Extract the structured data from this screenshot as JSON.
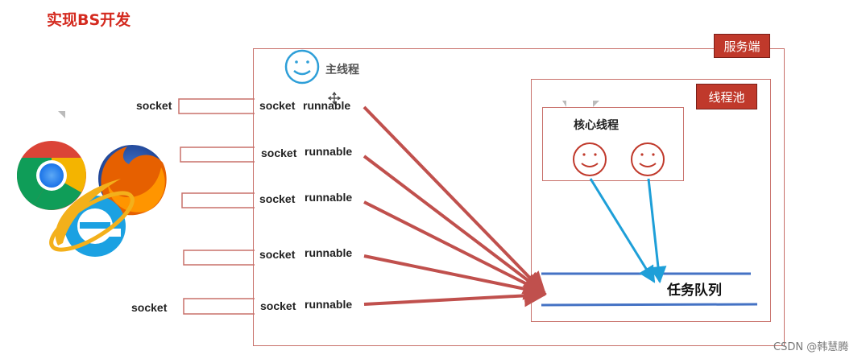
{
  "title": "实现BS开发",
  "server_label": "服务端",
  "main_thread_label": "主线程",
  "pool_label": "线程池",
  "core_thread_label": "核心线程",
  "task_queue_label": "任务队列",
  "rows": [
    {
      "client_socket": "socket",
      "server_socket": "socket",
      "runnable": "runnable"
    },
    {
      "client_socket": "",
      "server_socket": "socket",
      "runnable": "runnable"
    },
    {
      "client_socket": "",
      "server_socket": "socket",
      "runnable": "runnable"
    },
    {
      "client_socket": "",
      "server_socket": "socket",
      "runnable": "runnable"
    },
    {
      "client_socket": "socket",
      "server_socket": "socket",
      "runnable": "runnable"
    }
  ],
  "browser_icons": [
    "chrome-icon",
    "firefox-icon",
    "ie-icon"
  ],
  "watermark": "CSDN @韩慧腾",
  "colors": {
    "title": "#d42a1f",
    "label_bg": "#c0392b",
    "box_border": "#c8706a",
    "arrow_red": "#c0504d",
    "arrow_blue": "#1e9fd8",
    "queue_line": "#4472c4",
    "smiley_blue": "#2e9fd8",
    "smiley_red": "#c0392b"
  }
}
